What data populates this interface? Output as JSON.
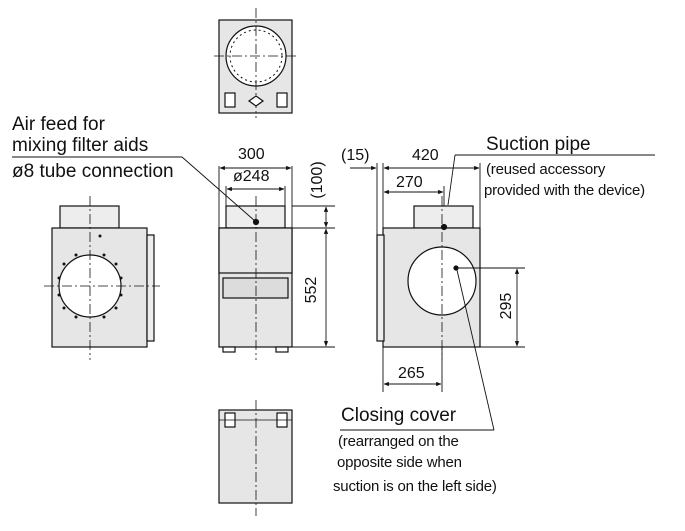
{
  "annotations": {
    "air_feed_line1": "Air feed for",
    "air_feed_line2": "mixing filter aids",
    "air_feed_line3": "ø8 tube connection",
    "suction_pipe_title": "Suction pipe",
    "suction_pipe_note1": "(reused accessory",
    "suction_pipe_note2": "provided with the device)",
    "closing_cover_title": "Closing cover",
    "closing_cover_note1": "(rearranged on the",
    "closing_cover_note2": "opposite side when",
    "closing_cover_note3": "suction is on the left side)"
  },
  "dimensions": {
    "front_width": "300",
    "pipe_diameter": "ø248",
    "top_height": "(100)",
    "body_height": "552",
    "offset": "(15)",
    "side_width": "420",
    "pipe_offset": "270",
    "circle_height": "295",
    "circle_offset": "265"
  },
  "colors": {
    "line": "#111111",
    "fill": "#e6e6e6",
    "fill_light": "#ededed"
  }
}
